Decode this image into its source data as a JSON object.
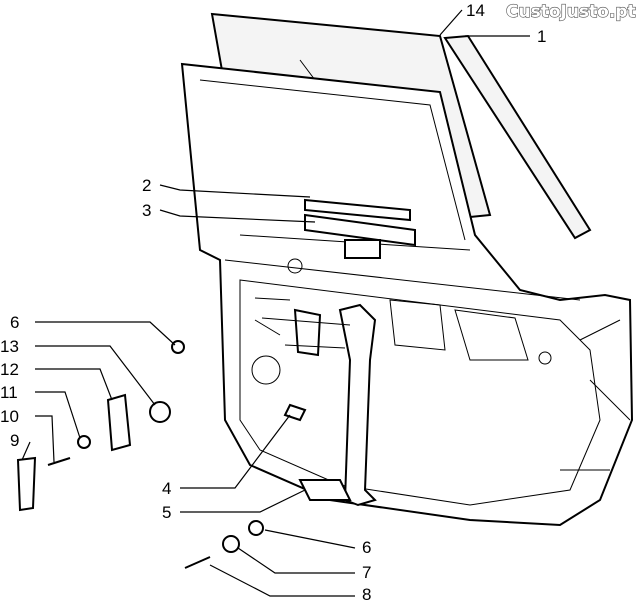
{
  "watermark": "CustoJusto.pt",
  "callouts": [
    {
      "id": "c14",
      "label": "14"
    },
    {
      "id": "c1",
      "label": "1"
    },
    {
      "id": "c2",
      "label": "2"
    },
    {
      "id": "c3",
      "label": "3"
    },
    {
      "id": "c6a",
      "label": "6"
    },
    {
      "id": "c13",
      "label": "13"
    },
    {
      "id": "c12",
      "label": "12"
    },
    {
      "id": "c11",
      "label": "11"
    },
    {
      "id": "c10",
      "label": "10"
    },
    {
      "id": "c9",
      "label": "9"
    },
    {
      "id": "c4",
      "label": "4"
    },
    {
      "id": "c5",
      "label": "5"
    },
    {
      "id": "c6b",
      "label": "6"
    },
    {
      "id": "c7",
      "label": "7"
    },
    {
      "id": "c8",
      "label": "8"
    }
  ]
}
